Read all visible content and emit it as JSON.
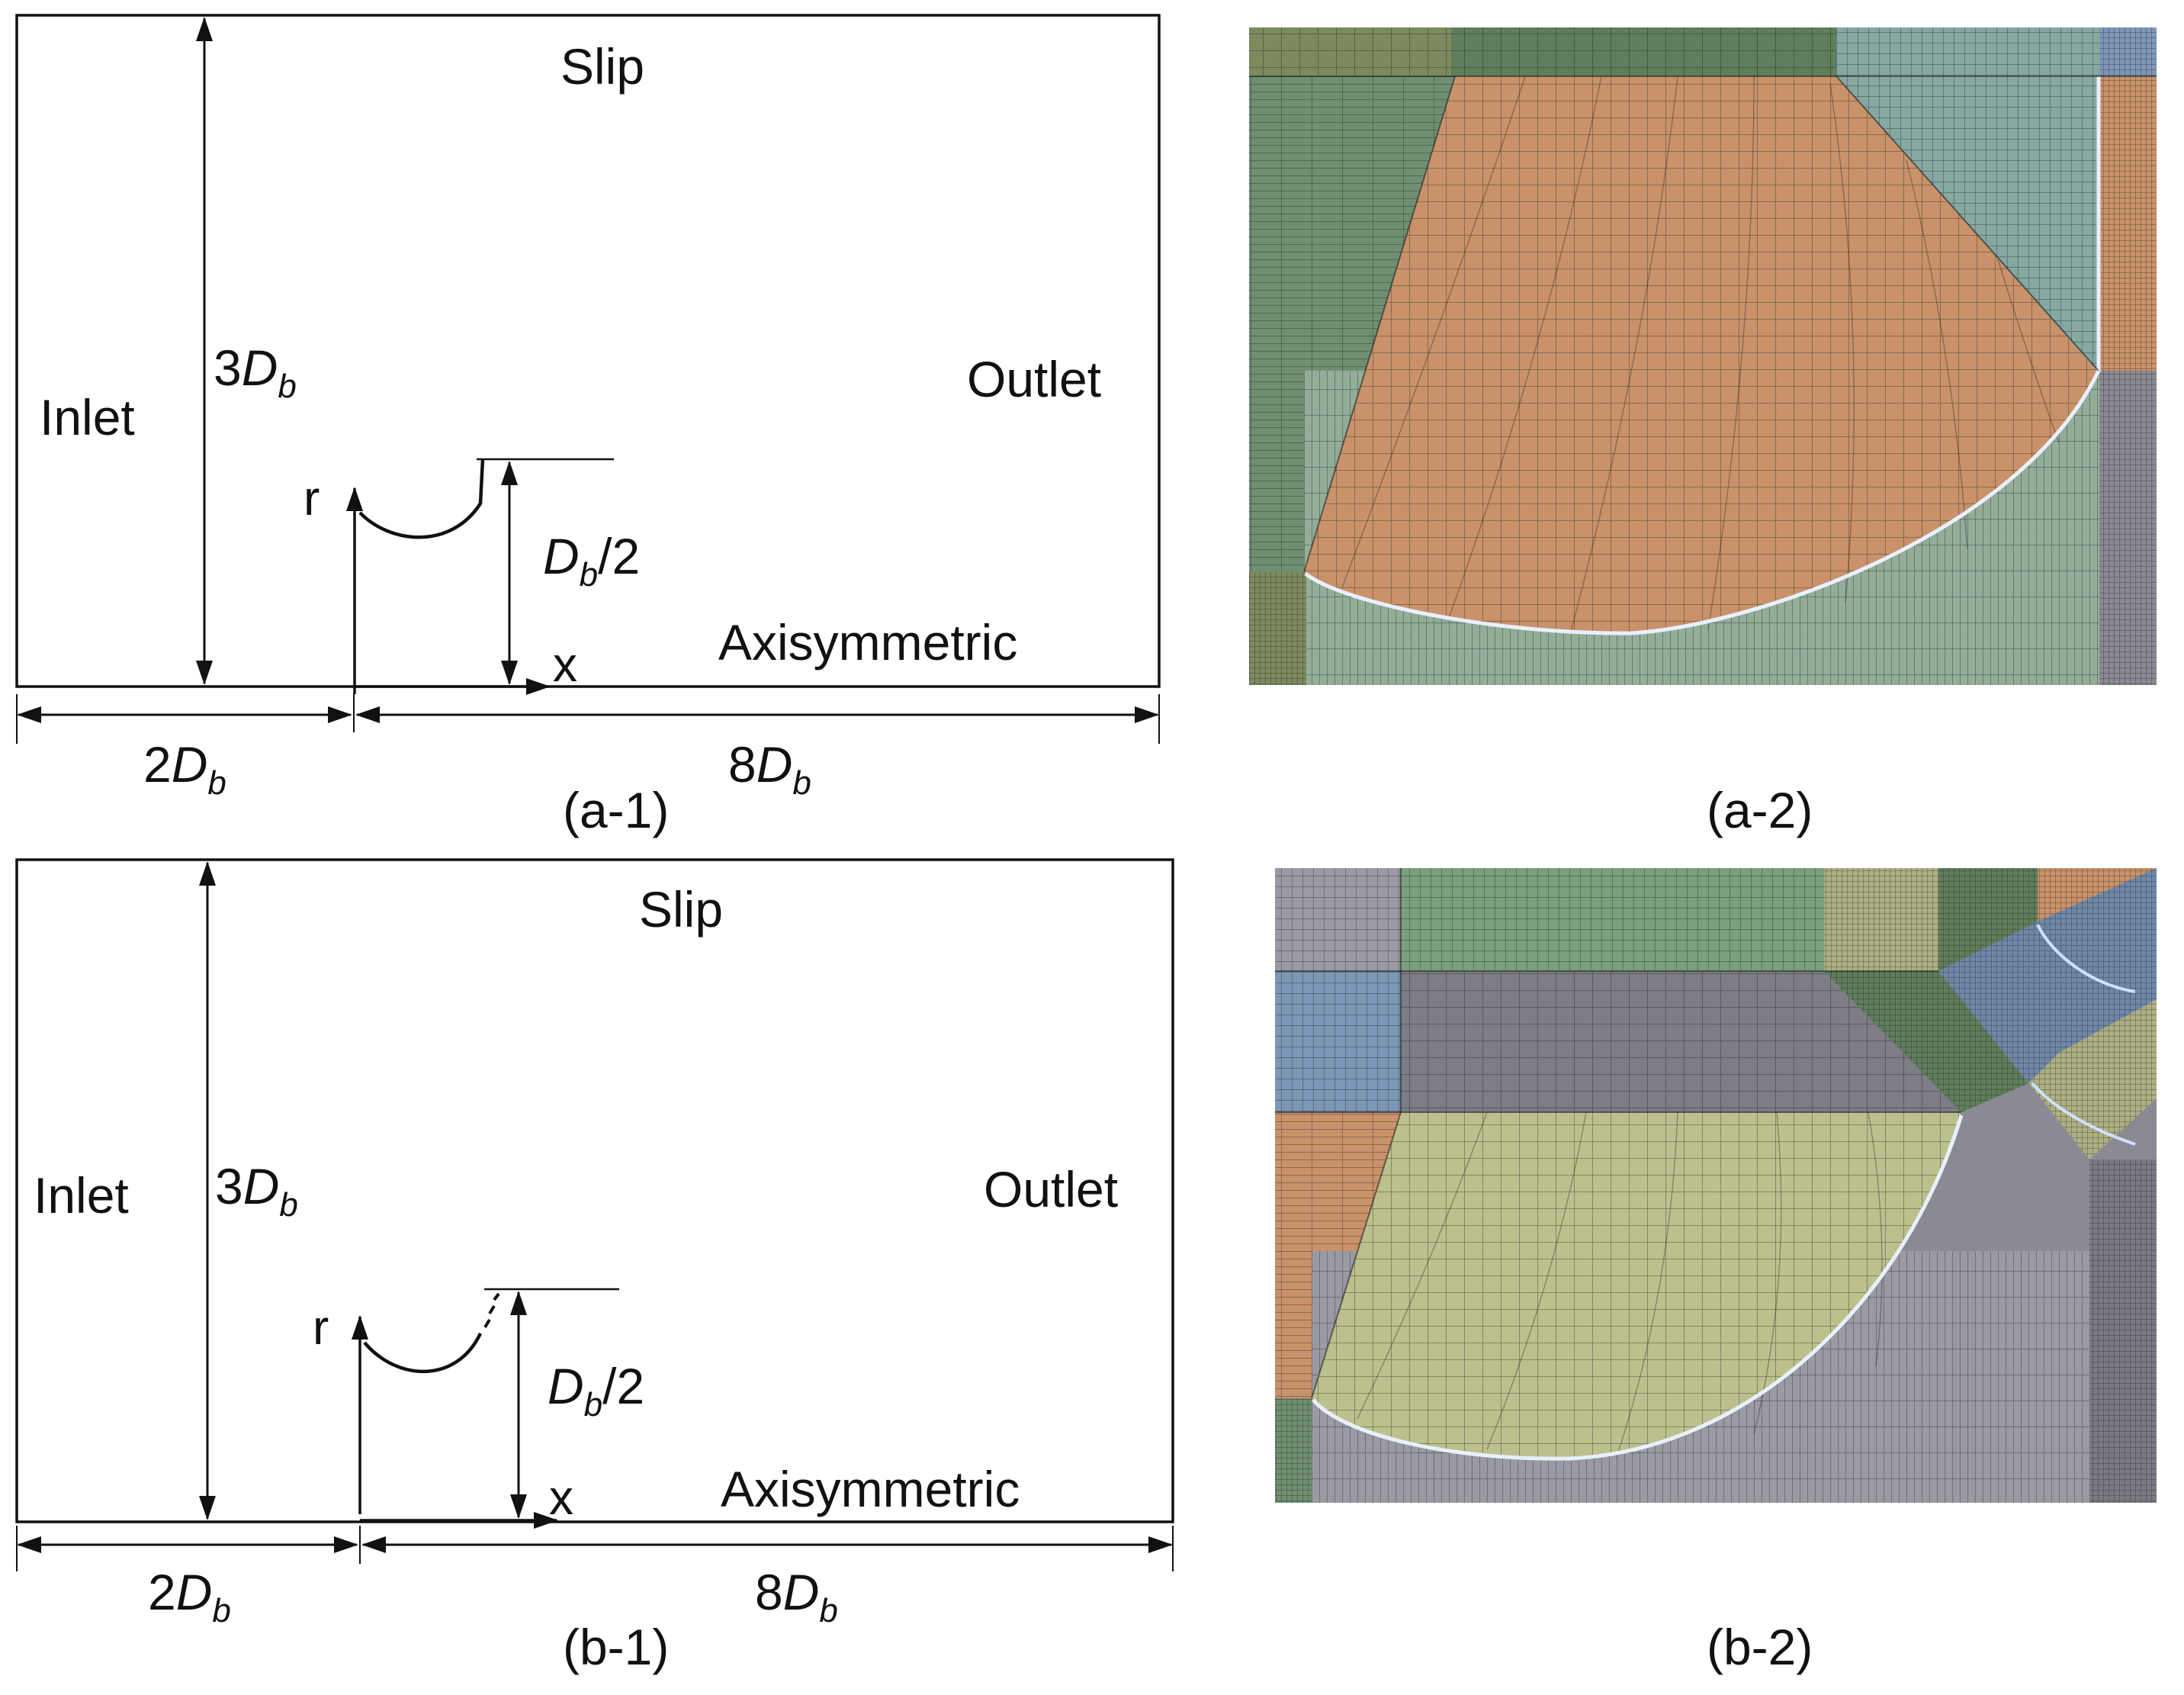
{
  "panel_a1": {
    "slip": "Slip",
    "inlet": "Inlet",
    "outlet": "Outlet",
    "axisymmetric": "Axisymmetric",
    "height": {
      "coef": "3",
      "sym": "D",
      "sub": "b"
    },
    "radius": {
      "sym": "D",
      "sub": "b",
      "rest": "/2"
    },
    "r_axis": "r",
    "x_axis": "x",
    "upstream": {
      "coef": "2",
      "sym": "D",
      "sub": "b"
    },
    "downstream": {
      "coef": "8",
      "sym": "D",
      "sub": "b"
    },
    "caption": "(a-1)"
  },
  "panel_b1": {
    "slip": "Slip",
    "inlet": "Inlet",
    "outlet": "Outlet",
    "axisymmetric": "Axisymmetric",
    "height": {
      "coef": "3",
      "sym": "D",
      "sub": "b"
    },
    "radius": {
      "sym": "D",
      "sub": "b",
      "rest": "/2"
    },
    "r_axis": "r",
    "x_axis": "x",
    "upstream": {
      "coef": "2",
      "sym": "D",
      "sub": "b"
    },
    "downstream": {
      "coef": "8",
      "sym": "D",
      "sub": "b"
    },
    "caption": "(b-1)"
  },
  "panel_a2": {
    "caption": "(a-2)"
  },
  "panel_b2": {
    "caption": "(b-2)"
  },
  "colors": {
    "ink": "#111111",
    "mesh_line": "#1a1a1a",
    "orange_block": "#c9926a",
    "green_block": "#6f8f72",
    "light_green_block": "#93ad98",
    "teal_block": "#86a8a3",
    "blue_block": "#7d98b6",
    "grey_block": "#8a8a93",
    "olive_block": "#bcc08c",
    "dark_green_block": "#5f7e5c",
    "body_edge": "#e8f0ff"
  }
}
